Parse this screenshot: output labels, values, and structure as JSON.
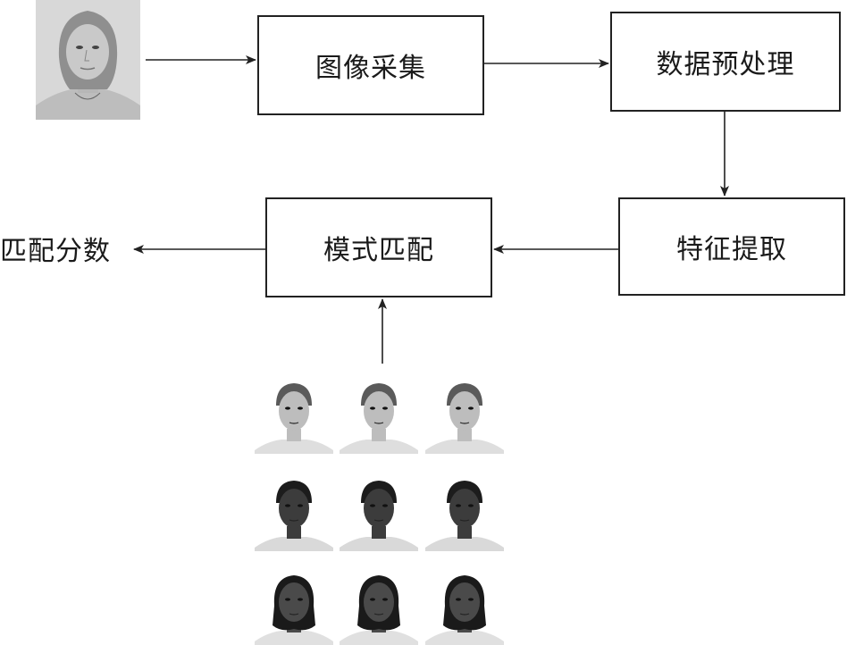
{
  "nodes": {
    "acquisition": "图像采集",
    "preprocessing": "数据预处理",
    "feature": "特征提取",
    "matching": "模式匹配"
  },
  "output_label": "匹配分数",
  "colors": {
    "stroke": "#222222",
    "background": "#ffffff"
  }
}
